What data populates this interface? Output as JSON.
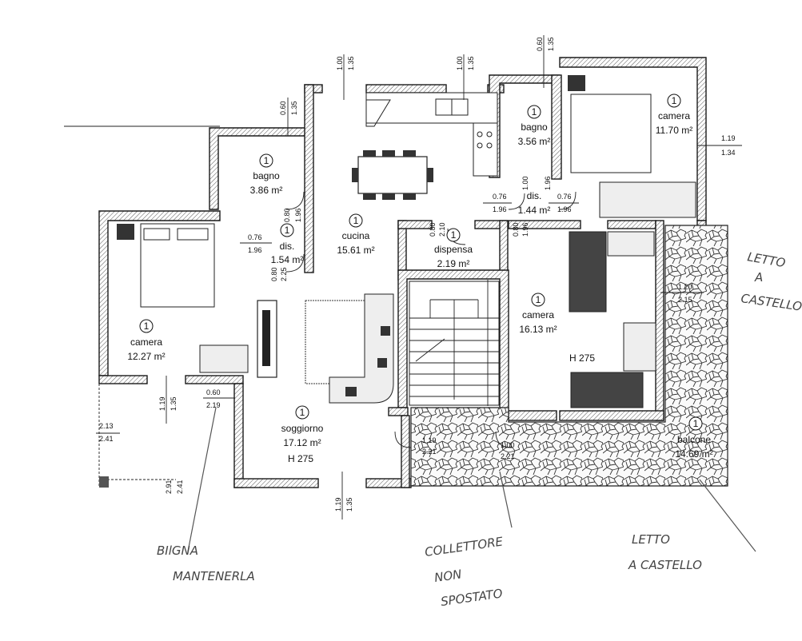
{
  "rooms": [
    {
      "id": "bagno-left",
      "number": "1",
      "name": "bagno",
      "area": "3.86 m²",
      "height": ""
    },
    {
      "id": "camera-left",
      "number": "1",
      "name": "camera",
      "area": "12.27 m²",
      "height": ""
    },
    {
      "id": "dis-left",
      "number": "1",
      "name": "dis.",
      "area": "1.54 m²",
      "height": ""
    },
    {
      "id": "cucina",
      "number": "1",
      "name": "cucina",
      "area": "15.61 m²",
      "height": ""
    },
    {
      "id": "bagno-right",
      "number": "1",
      "name": "bagno",
      "area": "3.56 m²",
      "height": ""
    },
    {
      "id": "camera-top-right",
      "number": "1",
      "name": "camera",
      "area": "11.70 m²",
      "height": ""
    },
    {
      "id": "dis-right",
      "number": "",
      "name": "dis.",
      "area": "1.44 m²",
      "height": ""
    },
    {
      "id": "dispensa",
      "number": "1",
      "name": "dispensa",
      "area": "2.19 m²",
      "height": ""
    },
    {
      "id": "camera-right",
      "number": "1",
      "name": "camera",
      "area": "16.13 m²",
      "height": "H 275"
    },
    {
      "id": "soggiorno",
      "number": "1",
      "name": "soggiorno",
      "area": "17.12 m²",
      "height": "H 275"
    },
    {
      "id": "balcone",
      "number": "1",
      "name": "balcone",
      "area": "14.69 m²",
      "height": ""
    }
  ],
  "dimensions": {
    "d1": [
      "1.00",
      "1.35"
    ],
    "d2": [
      "1.00",
      "1.35"
    ],
    "d3": [
      "0.60",
      "1.35"
    ],
    "d4": [
      "0.60",
      "1.35"
    ],
    "d5": [
      "1.19",
      "1.34"
    ],
    "d6": [
      "0.76",
      "1.96"
    ],
    "d7": [
      "0.76",
      "1.96"
    ],
    "d8": [
      "0.76",
      "1.96"
    ],
    "d9": [
      "0.80",
      "1.96"
    ],
    "d10": [
      "0.80",
      "2.10"
    ],
    "d11": [
      "0.80",
      "1.96"
    ],
    "d12": [
      "0.80",
      "2.25"
    ],
    "d13": [
      "1.19",
      "1.35"
    ],
    "d14": [
      "0.60",
      "2.19"
    ],
    "d15": [
      "2.13",
      "2.41"
    ],
    "d16": [
      "2.91",
      "2.41"
    ],
    "d17": [
      "1.19",
      "1.35"
    ],
    "d18": [
      "1.19",
      "2.21"
    ],
    "d19": [
      "1.00",
      "2.21"
    ],
    "d20": [
      "1.20",
      "2.15"
    ],
    "d21": [
      "1.00",
      "1.96"
    ]
  },
  "handwritten": {
    "note_left": [
      "BIlGNA",
      "MANTENERLA"
    ],
    "note_middle": [
      "COLLETTORE",
      "NON",
      "SPOSTATO"
    ],
    "note_right": [
      "LETTO",
      "A CASTELLO"
    ],
    "note_top_right": [
      "LETTO",
      "A",
      "CASTELLO"
    ]
  }
}
